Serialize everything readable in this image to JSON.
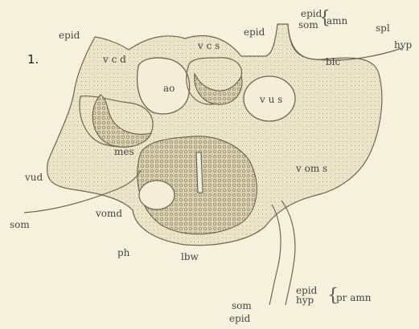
{
  "figure": {
    "number": "1.",
    "labels": {
      "epid_top_left": "epid",
      "vcd": "v c d",
      "ao": "ao",
      "vcs": "v c s",
      "epid_top_center": "epid",
      "epid_top_right": "epid",
      "som_top": "som",
      "amn_top": "amn",
      "spl": "spl",
      "hyp_top": "hyp",
      "blc": "blc",
      "vus": "v u s",
      "mes": "mes",
      "vud": "vud",
      "voms": "v om s",
      "som_left": "som",
      "vomd": "vomd",
      "ph": "ph",
      "lbw": "lbw",
      "epid_bottom": "epid",
      "hyp_bottom": "hyp",
      "pr_amn": "pr amn",
      "som_bottom": "som",
      "epid_bottom_center": "epid"
    }
  }
}
